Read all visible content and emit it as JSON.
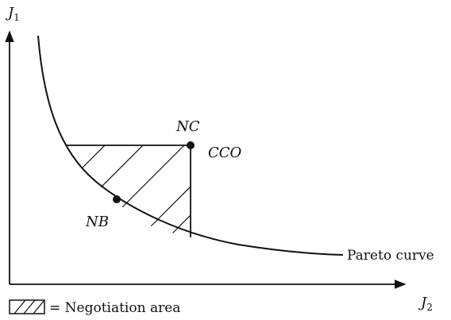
{
  "axes": {
    "y_label": "J",
    "y_sub": "1",
    "x_label": "J",
    "x_sub": "2"
  },
  "points": {
    "nc": "NC",
    "cco": "CCO",
    "nb": "NB"
  },
  "curve_label": "Pareto curve",
  "legend": {
    "text": "= Negotiation area"
  },
  "colors": {
    "ink": "#111111",
    "background": "#ffffff"
  }
}
